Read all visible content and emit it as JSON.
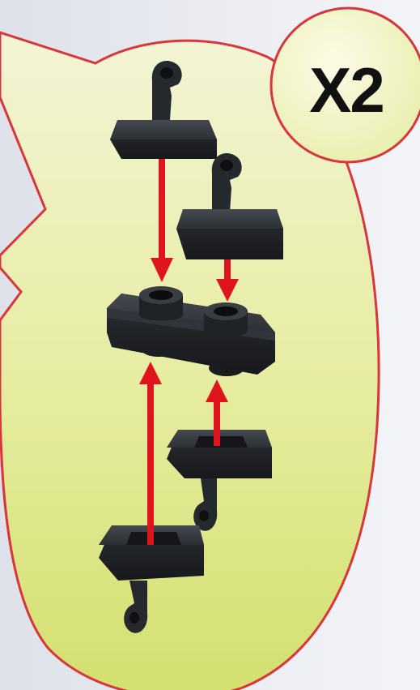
{
  "callout": {
    "multiplier": "X2"
  },
  "colors": {
    "panel_fill_top": "#f1f3cf",
    "panel_fill_bottom": "#d8e27a",
    "panel_outline": "#d9363c",
    "arrow": "#e0141c",
    "brick": "#26292e",
    "brick_highlight": "#3c4047",
    "background": "#e6e8ef"
  },
  "icons": {
    "top_clip_piece_1": "plate-1x1-with-clip",
    "top_clip_piece_2": "plate-1x1-with-clip",
    "base_plate": "plate-1x2",
    "bottom_clip_piece_1": "plate-1x1-with-clip",
    "bottom_clip_piece_2": "plate-1x1-with-clip"
  }
}
